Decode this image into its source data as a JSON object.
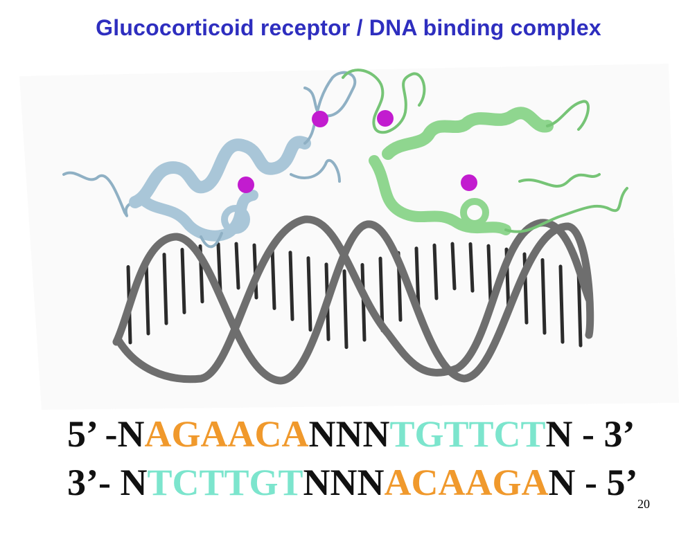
{
  "slide": {
    "title": "Glucocorticoid receptor / DNA binding complex",
    "page_number": "20"
  },
  "colors": {
    "title": "#2e2ebf",
    "protein_left": "#a9c6d8",
    "protein_right": "#8fd68f",
    "zinc_ion": "#c21ccf",
    "dna_backbone": "#6e6e6e",
    "dna_bases": "#2b2b2b",
    "seq_plain": "#111111",
    "seq_orange": "#f0992c",
    "seq_teal": "#7ce5cd"
  },
  "figure": {
    "icons": [
      "protein-ribbon-left-icon",
      "protein-ribbon-right-icon",
      "zinc-ion-icon",
      "dna-double-helix-icon"
    ]
  },
  "sequence": {
    "top": [
      {
        "text": "5’ -N",
        "color": "plain"
      },
      {
        "text": "AGAACA",
        "color": "orange"
      },
      {
        "text": "NNN",
        "color": "plain"
      },
      {
        "text": "TGTTCT",
        "color": "teal"
      },
      {
        "text": "N - 3’",
        "color": "plain"
      }
    ],
    "bottom": [
      {
        "text": "3’- N",
        "color": "plain"
      },
      {
        "text": "TCTTGT",
        "color": "teal"
      },
      {
        "text": "NNN",
        "color": "plain"
      },
      {
        "text": "ACAAGA",
        "color": "orange"
      },
      {
        "text": "N - 5’",
        "color": "plain"
      }
    ]
  }
}
